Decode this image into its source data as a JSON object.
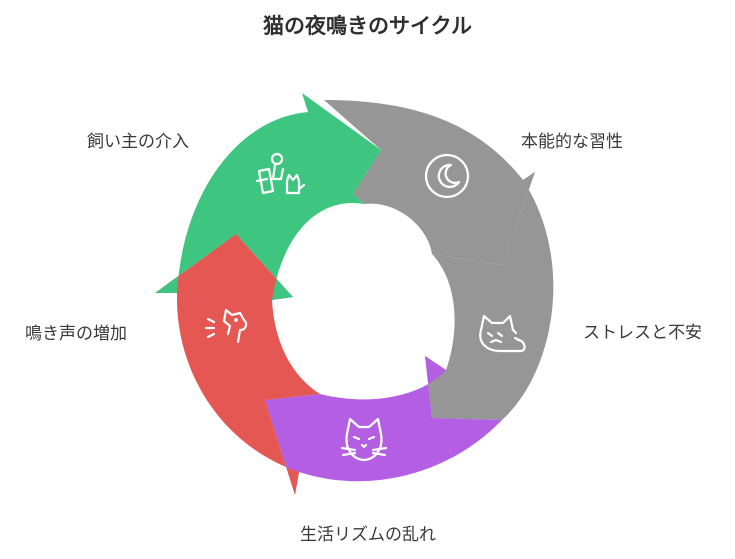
{
  "title": "猫の夜鳴きのサイクル",
  "cycle": [
    {
      "label": "本能的な習性",
      "color": "#969696",
      "icon": "moon-icon"
    },
    {
      "label": "ストレスと不安",
      "color": "#969696",
      "icon": "anxious-cat-icon"
    },
    {
      "label": "生活リズムの乱れ",
      "color": "#b45fe3",
      "icon": "cat-face-icon"
    },
    {
      "label": "鳴き声の増加",
      "color": "#e45752",
      "icon": "meowing-cat-icon"
    },
    {
      "label": "飼い主の介入",
      "color": "#3ec680",
      "icon": "owner-with-cat-icon"
    }
  ]
}
